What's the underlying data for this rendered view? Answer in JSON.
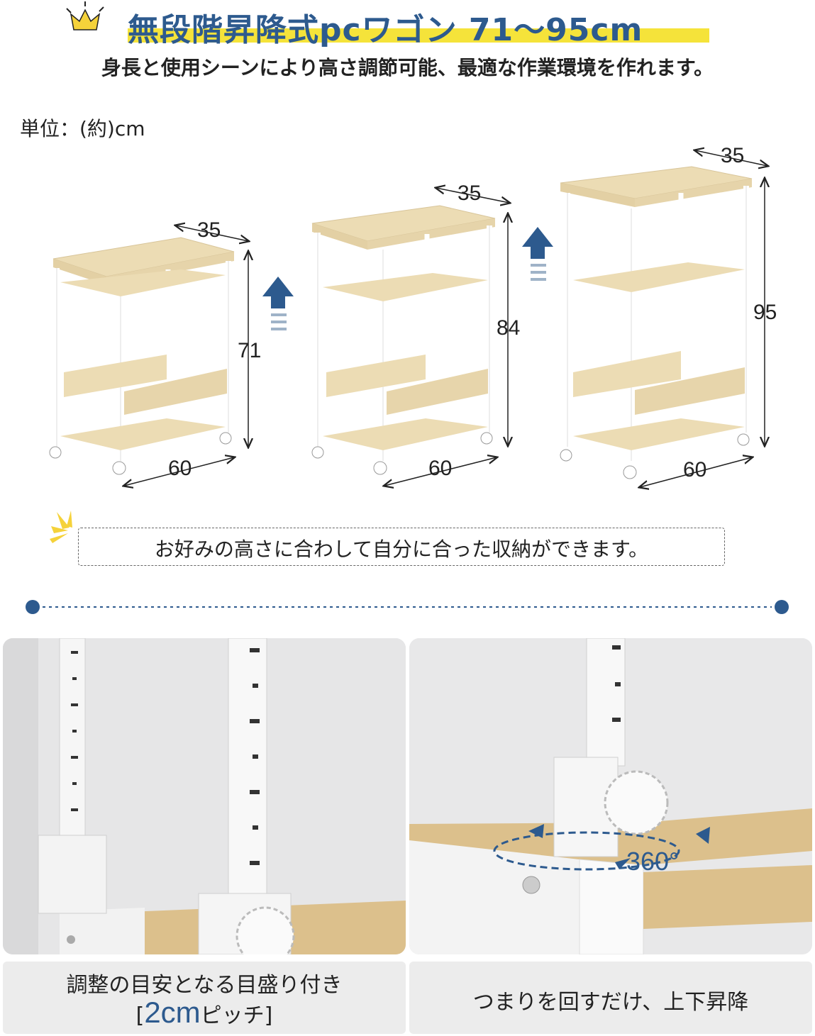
{
  "header": {
    "title": "無段階昇降式pcワゴン 71〜95cm",
    "subtitle": "身長と使用シーンにより高さ調節可能、最適な作業環境を作れます。"
  },
  "unit_label": "単位：(約)cm",
  "wagons": [
    {
      "depth": "35",
      "height": "71",
      "width": "60"
    },
    {
      "depth": "35",
      "height": "84",
      "width": "60"
    },
    {
      "depth": "35",
      "height": "95",
      "width": "60"
    }
  ],
  "callout": "お好みの高さに合わして自分に合った収納ができます。",
  "features": [
    {
      "caption_line1": "調整の目安となる目盛り付き",
      "caption_bracket_open": "[",
      "caption_big": "2cm",
      "caption_small": "ピッチ",
      "caption_bracket_close": "]"
    },
    {
      "caption": "つまりを回すだけ、上下昇降",
      "rotation_label": "360°"
    }
  ],
  "colors": {
    "accent": "#2d5a8e",
    "highlight": "#f5e33a",
    "wood": "#ecdcb4",
    "frame": "#ffffff"
  }
}
